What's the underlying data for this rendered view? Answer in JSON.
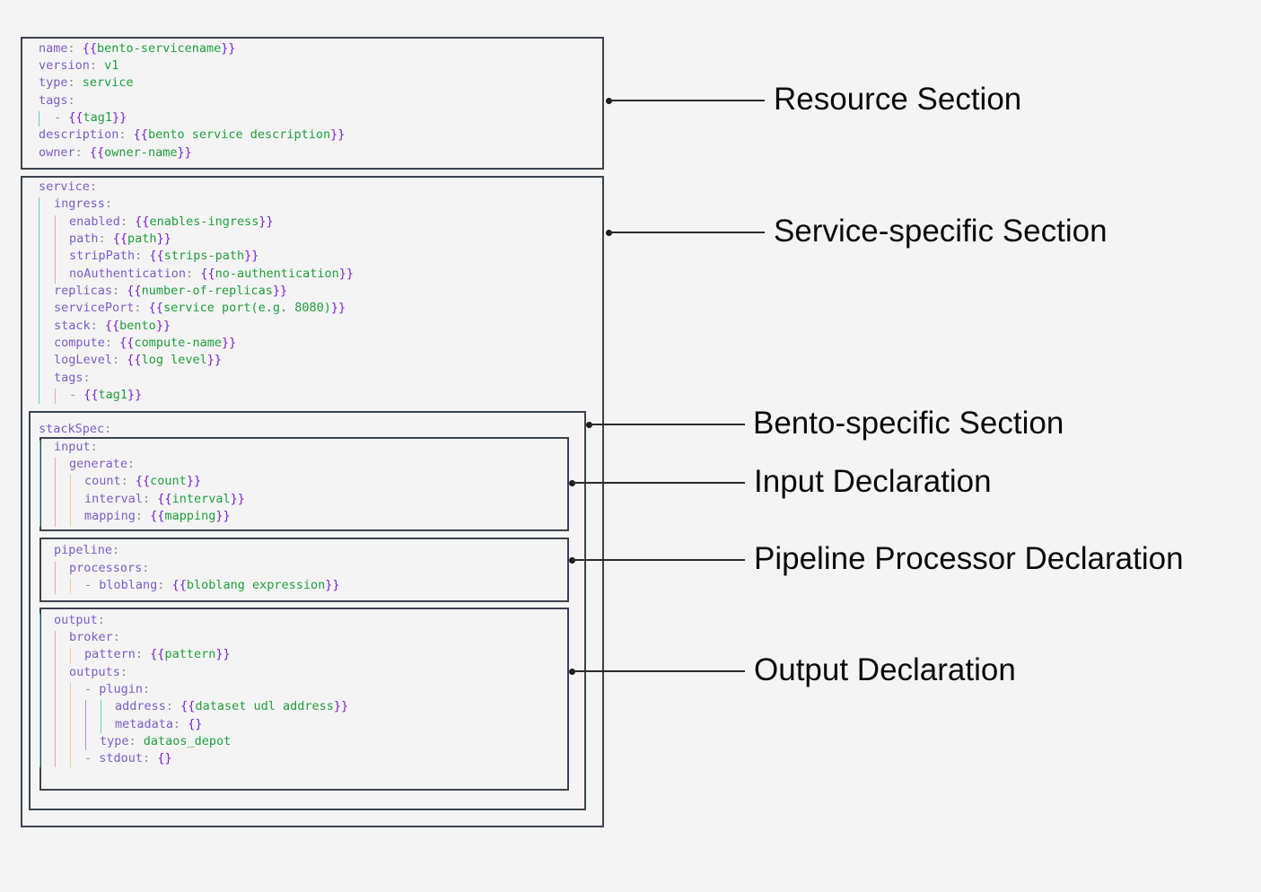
{
  "colors": {
    "key": "#7c5cc4",
    "brace": "#7a1fd1",
    "value": "#1e9e3b",
    "punct": "#8a8a8a",
    "guide_teal": "#5fd0c4",
    "guide_pink": "#f0a0b4",
    "guide_orange": "#f3c98a",
    "guide_purple": "#b48be0",
    "box_border": "#3b4250"
  },
  "code_lines": [
    {
      "indent": 0,
      "key": "name",
      "brace": true,
      "val": "bento-servicename"
    },
    {
      "indent": 0,
      "key": "version",
      "val": "v1"
    },
    {
      "indent": 0,
      "key": "type",
      "val": "service"
    },
    {
      "indent": 0,
      "key": "tags"
    },
    {
      "indent": 1,
      "dash": true,
      "brace": true,
      "val": "tag1"
    },
    {
      "indent": 0,
      "key": "description",
      "brace": true,
      "val": "bento service description"
    },
    {
      "indent": 0,
      "key": "owner",
      "brace": true,
      "val": "owner-name"
    },
    {
      "indent": 0,
      "key": "service"
    },
    {
      "indent": 1,
      "key": "ingress"
    },
    {
      "indent": 2,
      "key": "enabled",
      "brace": true,
      "val": "enables-ingress"
    },
    {
      "indent": 2,
      "key": "path",
      "brace": true,
      "val": "path"
    },
    {
      "indent": 2,
      "key": "stripPath",
      "brace": true,
      "val": "strips-path"
    },
    {
      "indent": 2,
      "key": "noAuthentication",
      "brace": true,
      "val": "no-authentication"
    },
    {
      "indent": 1,
      "key": "replicas",
      "brace": true,
      "val": "number-of-replicas"
    },
    {
      "indent": 1,
      "key": "servicePort",
      "brace": true,
      "val": "service port(e.g. 8080)"
    },
    {
      "indent": 1,
      "key": "stack",
      "brace": true,
      "val": "bento"
    },
    {
      "indent": 1,
      "key": "compute",
      "brace": true,
      "val": "compute-name"
    },
    {
      "indent": 1,
      "key": "logLevel",
      "brace": true,
      "val": "log level"
    },
    {
      "indent": 1,
      "key": "tags"
    },
    {
      "indent": 2,
      "dash": true,
      "brace": true,
      "val": "tag1"
    },
    {
      "indent": 0,
      "key": "stackSpec"
    },
    {
      "indent": 1,
      "key": "input"
    },
    {
      "indent": 2,
      "key": "generate"
    },
    {
      "indent": 3,
      "key": "count",
      "brace": true,
      "val": "count"
    },
    {
      "indent": 3,
      "key": "interval",
      "brace": true,
      "val": "interval"
    },
    {
      "indent": 3,
      "key": "mapping",
      "brace": true,
      "val": "mapping"
    },
    {
      "indent": 1,
      "key": "pipeline"
    },
    {
      "indent": 2,
      "key": "processors"
    },
    {
      "indent": 3,
      "dash": true,
      "key": "bloblang",
      "brace": true,
      "val": "bloblang expression"
    },
    {
      "indent": 1,
      "key": "output"
    },
    {
      "indent": 2,
      "key": "broker"
    },
    {
      "indent": 3,
      "key": "pattern",
      "brace": true,
      "val": "pattern"
    },
    {
      "indent": 2,
      "key": "outputs"
    },
    {
      "indent": 3,
      "dash": true,
      "key": "plugin"
    },
    {
      "indent": 5,
      "key": "address",
      "brace": true,
      "val": "dataset udl address"
    },
    {
      "indent": 5,
      "key": "metadata",
      "empty": true
    },
    {
      "indent": 4,
      "key": "type",
      "val": "dataos_depot"
    },
    {
      "indent": 3,
      "dash": true,
      "key": "stdout",
      "empty": true
    }
  ],
  "callouts": [
    {
      "label": "Resource Section"
    },
    {
      "label": "Service-specific Section"
    },
    {
      "label": "Bento-specific Section"
    },
    {
      "label": "Input Declaration"
    },
    {
      "label": "Pipeline Processor Declaration"
    },
    {
      "label": "Output Declaration"
    }
  ]
}
